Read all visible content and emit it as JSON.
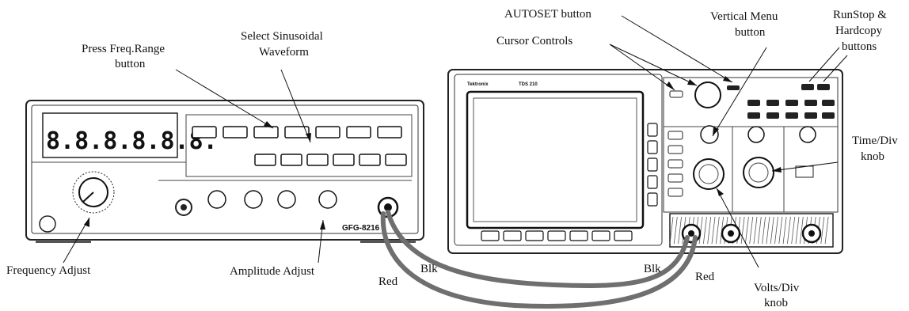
{
  "labels": {
    "press_freq_range": [
      "Press Freq.Range",
      "button"
    ],
    "select_sinusoidal": [
      "Select Sinusoidal",
      "Waveform"
    ],
    "autoset_button": "AUTOSET button",
    "cursor_controls": "Cursor Controls",
    "vertical_menu": [
      "Vertical Menu",
      "button"
    ],
    "runstop_hardcopy": [
      "RunStop &",
      "Hardcopy",
      "buttons"
    ],
    "time_div": [
      "Time/Div",
      "knob"
    ],
    "frequency_adjust": "Frequency Adjust",
    "amplitude_adjust": "Amplitude  Adjust",
    "red_left": "Red",
    "blk_left": "Blk",
    "blk_right": "Blk",
    "red_right": "Red",
    "volts_div": [
      "Volts/Div",
      "knob"
    ]
  },
  "function_generator": {
    "display_digits": "8.8.8.8.8.8.",
    "model": "GFG-8216"
  },
  "oscilloscope": {
    "brand": "Tektronix",
    "model": "TDS 210"
  }
}
